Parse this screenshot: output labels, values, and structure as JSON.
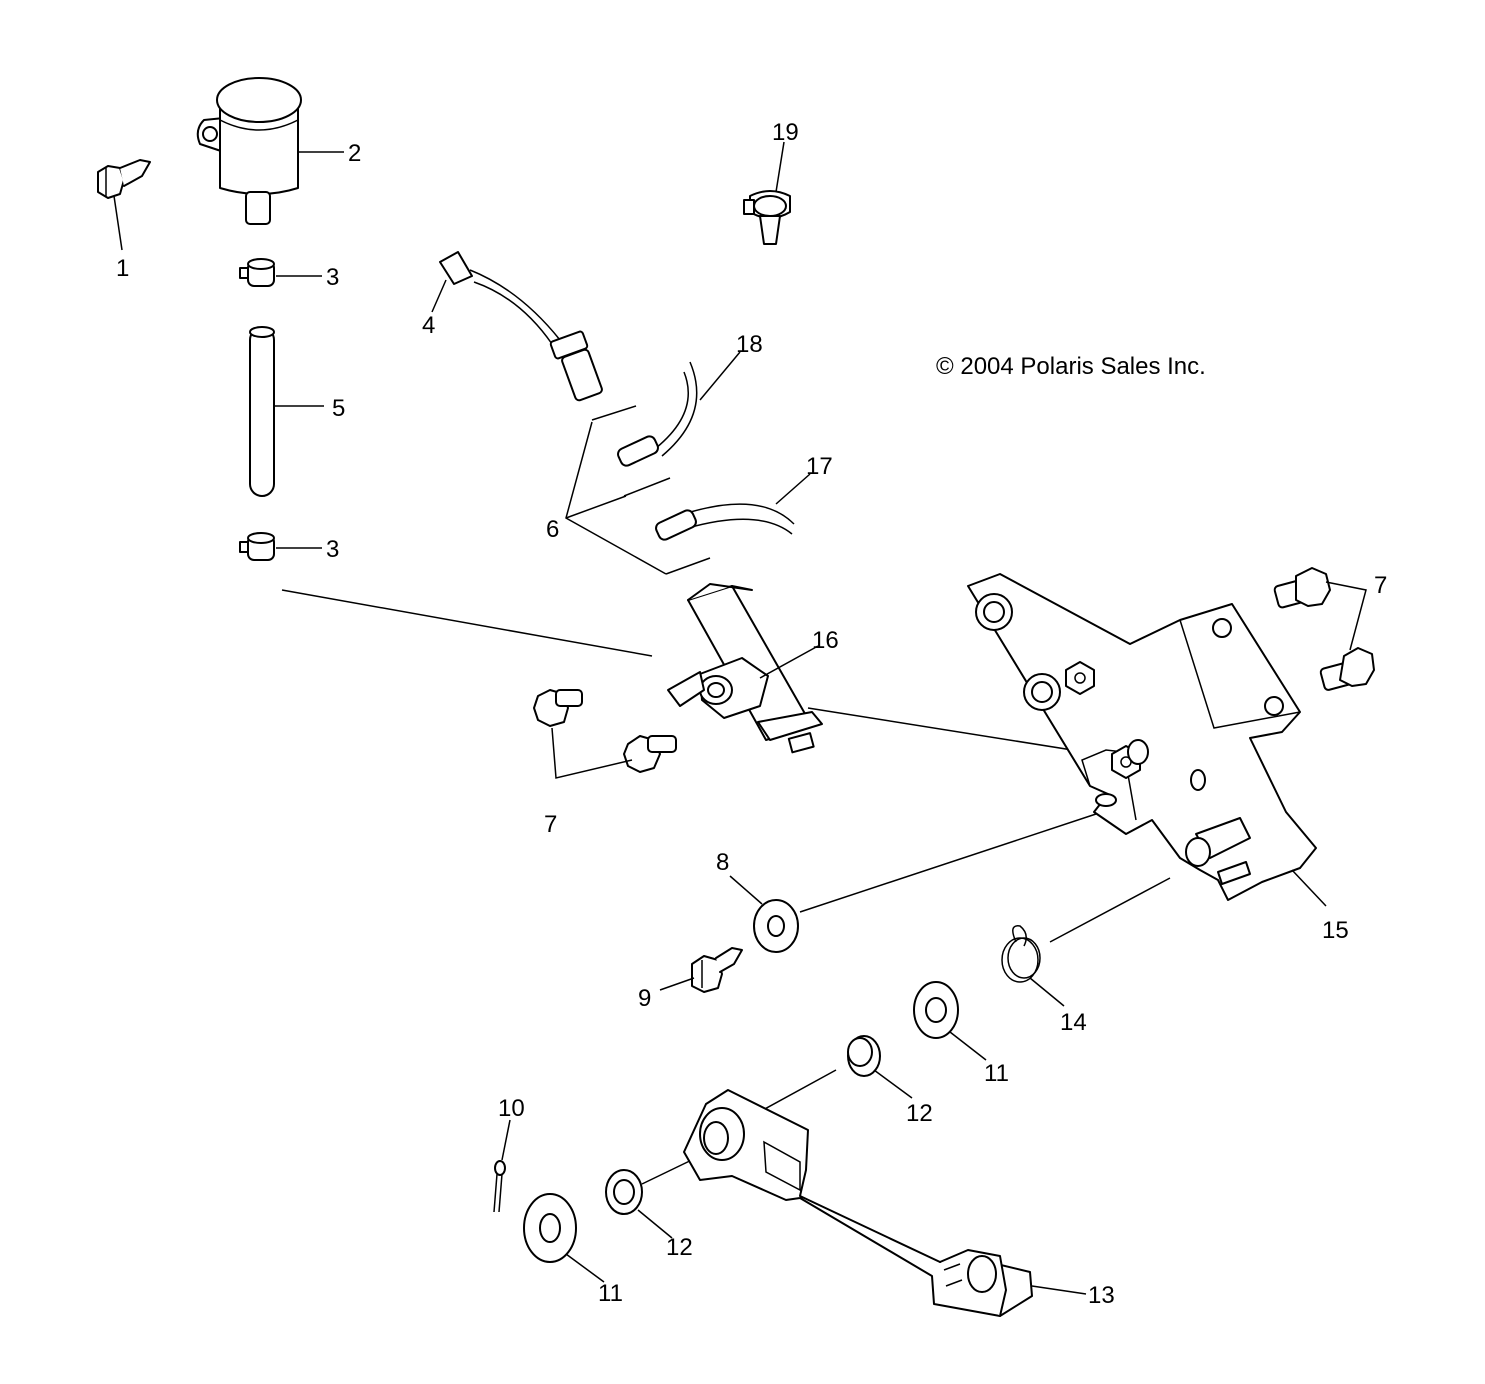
{
  "copyright": "© 2004 Polaris Sales Inc.",
  "callouts": {
    "c1": "1",
    "c2": "2",
    "c3a": "3",
    "c3b": "3",
    "c4": "4",
    "c5": "5",
    "c6": "6",
    "c7a": "7",
    "c7b": "7",
    "c8": "8",
    "c9": "9",
    "c10": "10",
    "c11a": "11",
    "c11b": "11",
    "c12a": "12",
    "c12b": "12",
    "c13": "13",
    "c14": "14",
    "c15": "15",
    "c16": "16",
    "c17": "17",
    "c18": "18",
    "c19": "19"
  }
}
